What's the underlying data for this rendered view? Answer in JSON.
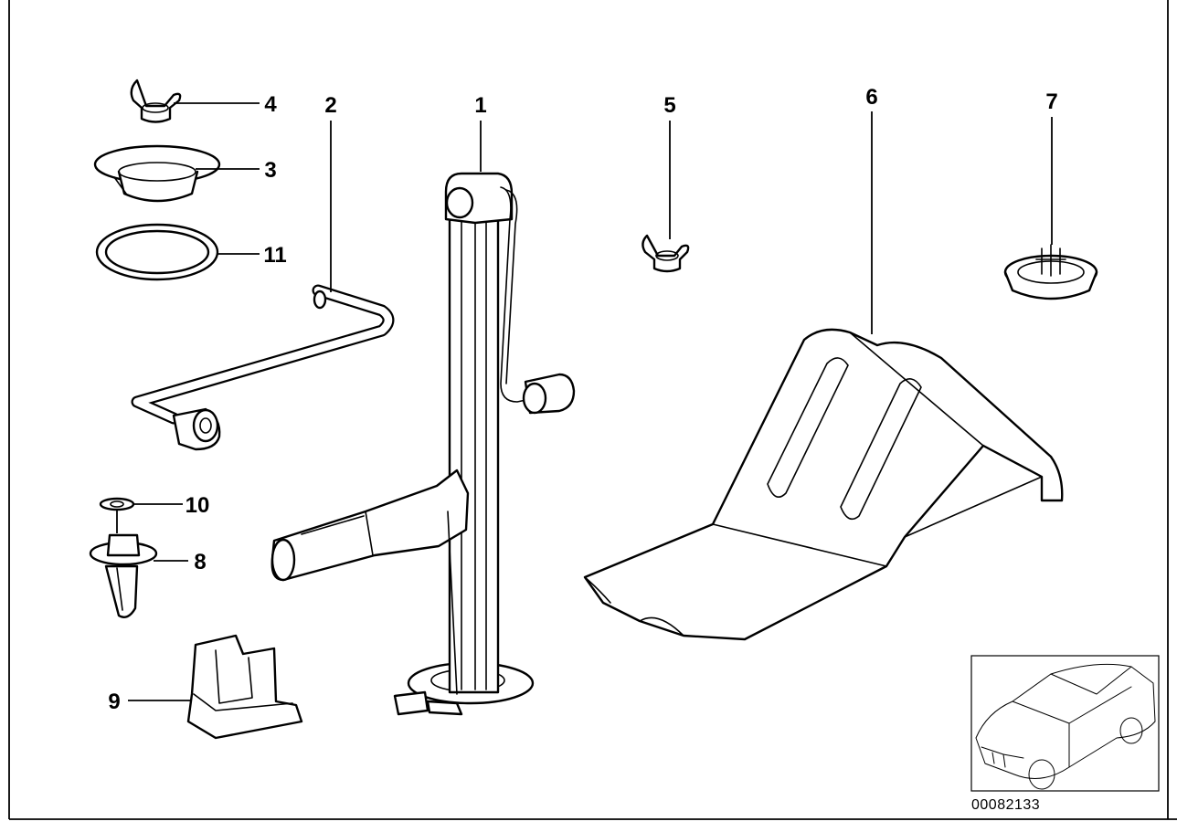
{
  "diagram": {
    "labels": {
      "p1": "1",
      "p2": "2",
      "p3": "3",
      "p4": "4",
      "p5": "5",
      "p6": "6",
      "p7": "7",
      "p8": "8",
      "p9": "9",
      "p10": "10",
      "p11": "11"
    },
    "document_number": "00082133"
  }
}
